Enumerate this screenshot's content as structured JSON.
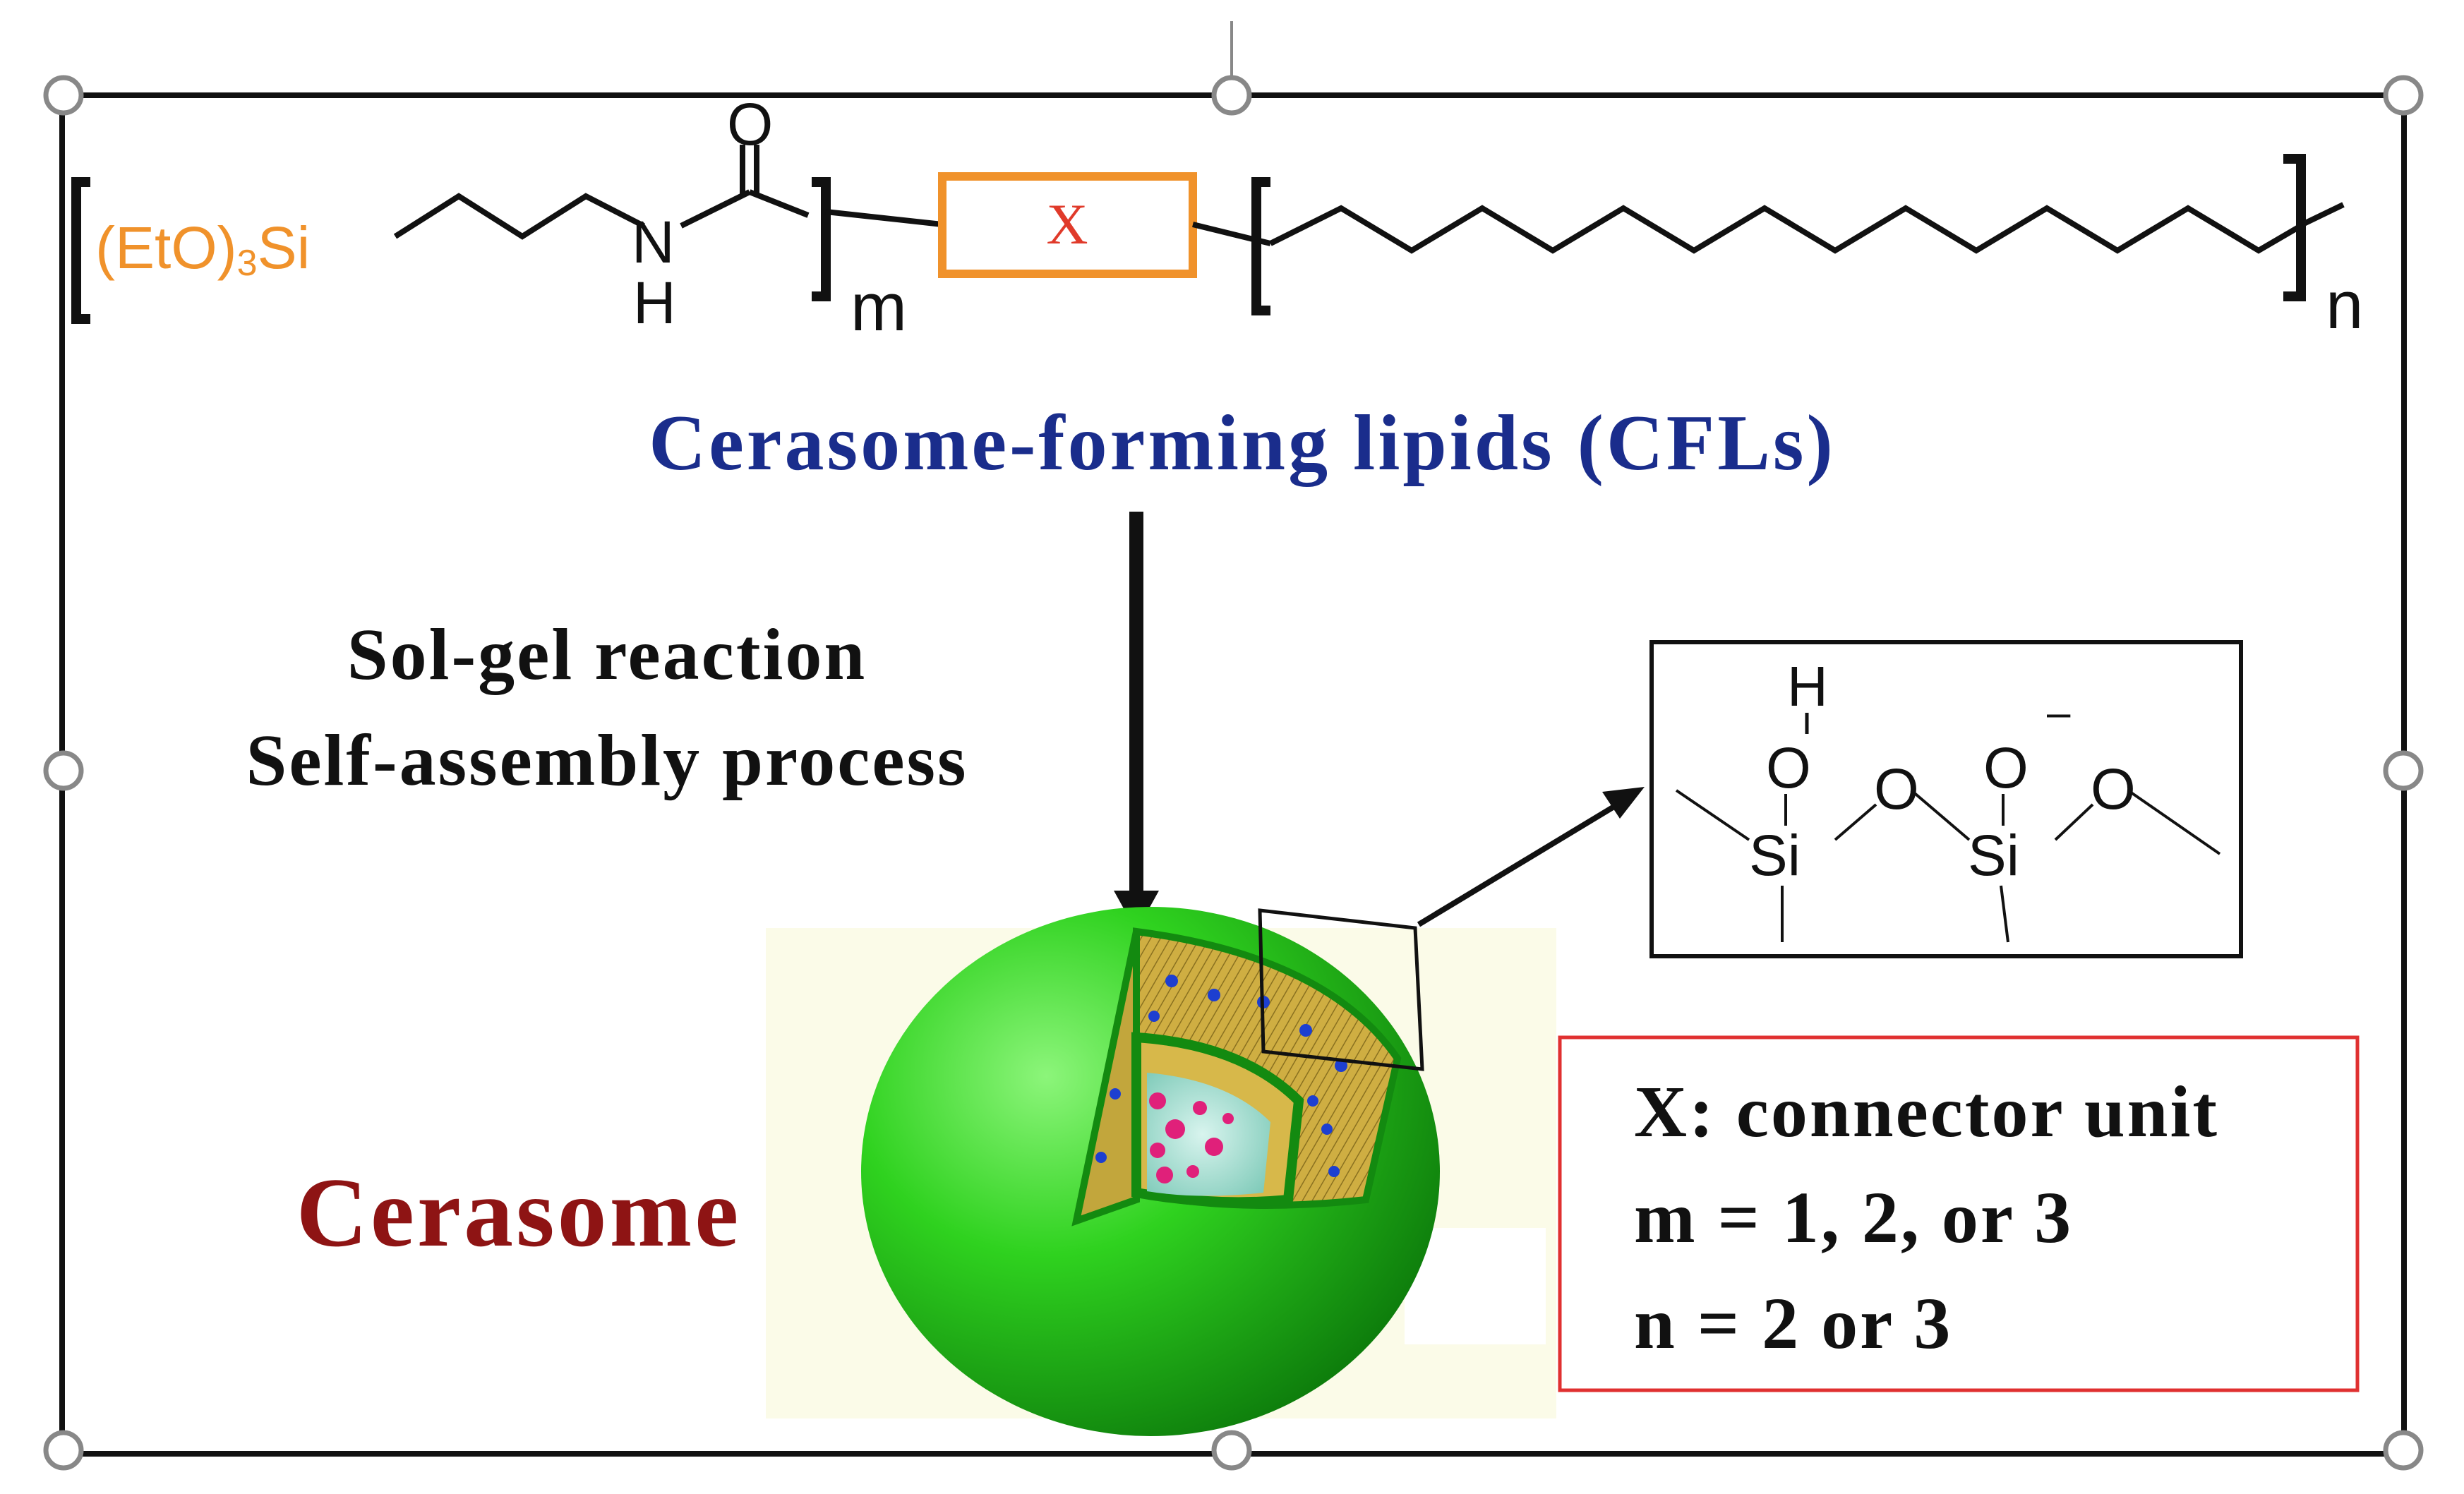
{
  "colors": {
    "frame": "#111111",
    "handle_fill": "#ffffff",
    "handle_stroke": "#888888",
    "orange": "#f0922b",
    "x_text": "#e03a2a",
    "title_blue": "#1a2d8c",
    "cerasome_red": "#8e1414",
    "legend_border": "#e03030",
    "sphere_green": "#2fd21f",
    "sphere_dark": "#138a10",
    "shell_yellow": "#c9a93a",
    "core_teal": "#8fd8c7",
    "cargo_pink": "#e0207a",
    "blue_dot": "#1d3fd0",
    "background_cream": "#fbfbe8"
  },
  "structure": {
    "silane_group": "(EtO)",
    "silane_subscript": "3",
    "silane_si": "Si",
    "amide_n": "N",
    "amide_h": "H",
    "carbonyl_o": "O",
    "subscript_m": "m",
    "connector_label": "X",
    "subscript_n": "n"
  },
  "title": "Cerasome-forming lipids (CFLs)",
  "process": {
    "line1": "Sol-gel reaction",
    "line2": "Self-assembly process"
  },
  "siloxane_inset": {
    "h_label": "H",
    "o_top_left": "O",
    "o_bridge": "O",
    "o_top_right": "O",
    "charge": "–",
    "o_end": "O",
    "si_left": "Si",
    "si_right": "Si"
  },
  "cerasome_label": "Cerasome",
  "legend": {
    "line1": "X: connector unit",
    "line2": "m = 1, 2, or 3",
    "line3": "n = 2 or 3"
  }
}
